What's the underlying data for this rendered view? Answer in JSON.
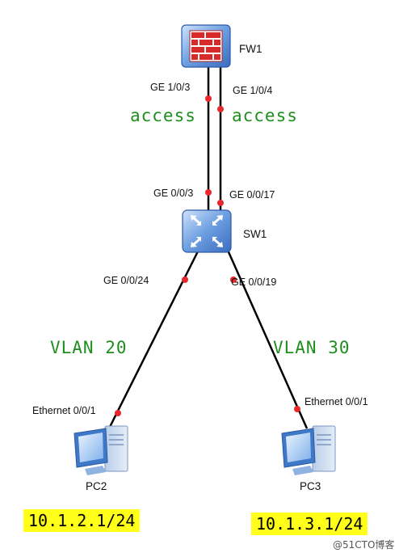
{
  "devices": {
    "fw1": {
      "label": "FW1",
      "icon": "firewall-icon"
    },
    "sw1": {
      "label": "SW1",
      "icon": "switch-icon"
    },
    "pc2": {
      "label": "PC2",
      "icon": "pc-icon"
    },
    "pc3": {
      "label": "PC3",
      "icon": "pc-icon"
    }
  },
  "ports": {
    "fw1_left": "GE 1/0/3",
    "fw1_right": "GE 1/0/4",
    "sw1_left_up": "GE 0/0/3",
    "sw1_right_up": "GE 0/0/17",
    "sw1_left_down": "GE 0/0/24",
    "sw1_right_down": "GE 0/0/19",
    "pc2_port": "Ethernet 0/0/1",
    "pc3_port": "Ethernet 0/0/1"
  },
  "link_modes": {
    "left": "access",
    "right": "access"
  },
  "vlans": {
    "pc2": "VLAN 20",
    "pc3": "VLAN 30"
  },
  "addresses": {
    "pc2": "10.1.2.1/24",
    "pc3": "10.1.3.1/24"
  },
  "watermark": "@51CTO博客",
  "colors": {
    "link": "#000000",
    "port_dot": "#e8282d",
    "mode_text": "#1e8f1e",
    "address_bg": "#ffff1a",
    "device_blue": "#5b8fd6"
  }
}
